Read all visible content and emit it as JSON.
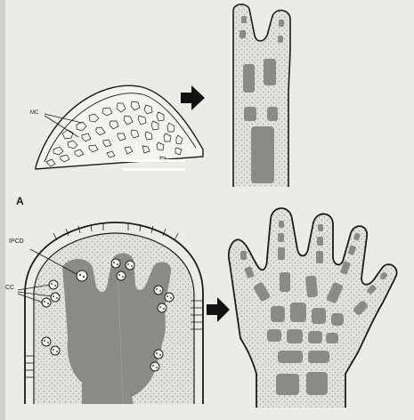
{
  "panel_a": {
    "label": "A",
    "cell_label": "MC"
  },
  "panel_b": {
    "ipcd_label": "IPCD",
    "cc_label": "CC"
  },
  "colors": {
    "paper": "#ecece6",
    "ink": "#1a1a1a",
    "tissue": "#8a8a86",
    "stipple": "#b8b8b2",
    "arrow": "#111111"
  },
  "icons": {
    "arrow": "right-arrow-icon",
    "apoptotic_cell": "circled-dots-icon"
  }
}
